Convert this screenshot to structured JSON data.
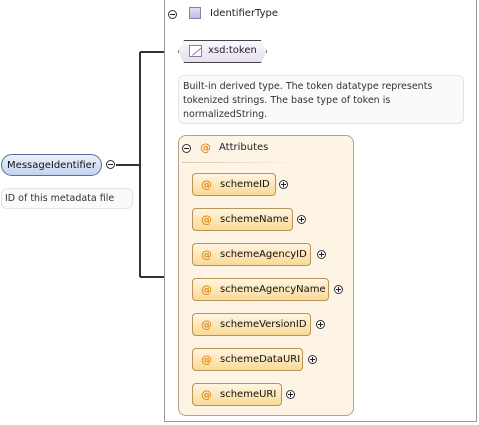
{
  "complex_type": {
    "name": "IdentifierType"
  },
  "root": {
    "name": "MessageIdentifier",
    "documentation": "ID of this metadata file"
  },
  "base_type": {
    "name": "xsd:token",
    "documentation_lines": [
      "Built-in derived type. The token datatype represents",
      "tokenized strings. The base type of token is",
      "normalizedString."
    ]
  },
  "attributes_group": {
    "title": "Attributes",
    "items": [
      {
        "name": "schemeID"
      },
      {
        "name": "schemeName"
      },
      {
        "name": "schemeAgencyID"
      },
      {
        "name": "schemeAgencyName"
      },
      {
        "name": "schemeVersionID"
      },
      {
        "name": "schemeDataURI"
      },
      {
        "name": "schemeURI"
      }
    ]
  },
  "colors": {
    "root_fill": "#c2d2ef",
    "attribute_fill": "#f9d996",
    "attribute_group_fill": "#fdf4e6",
    "attribute_marker": "#e1901c",
    "type_glyph": "#c8b9e3"
  }
}
